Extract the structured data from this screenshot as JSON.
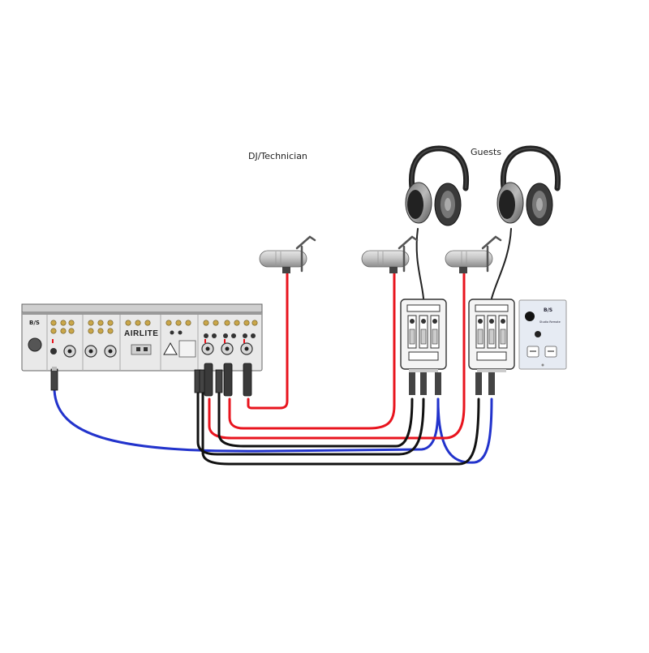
{
  "labels": {
    "dj_technician": "DJ/Technician",
    "guests": "Guests"
  },
  "mixer": {
    "brand_text": "AIRLITE",
    "logo_text": "B/S"
  },
  "remote_panel": {
    "logo_text": "B/S",
    "caption": "Studio Remote"
  },
  "cable_colors": {
    "microphone": "#e8141e",
    "headphone_amp": "#111111",
    "monitor": "#2233cc"
  }
}
